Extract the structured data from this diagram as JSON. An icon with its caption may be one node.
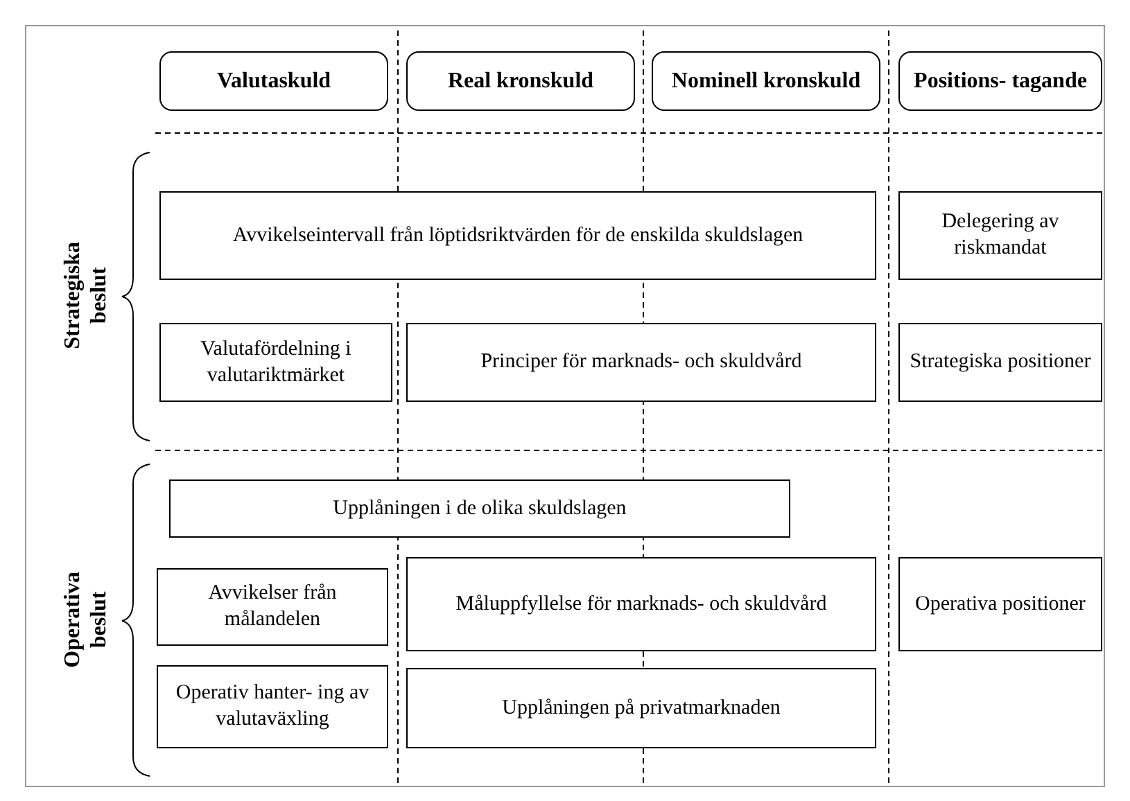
{
  "diagram": {
    "nodes": [
      {
        "text": [
          "Valutaskuld"
        ]
      },
      {
        "text": [
          "Real kronskuld"
        ]
      },
      {
        "text": [
          "Nominell kronskuld"
        ]
      },
      {
        "text": [
          "Positions- tagande"
        ]
      },
      {
        "text": [
          "Avvikelseintervall från löptidsriktvärden för de enskilda skuldslagen"
        ]
      },
      {
        "text": [
          "Delegering av riskmandat"
        ]
      },
      {
        "text": [
          "Valutafördelning i valutariktmärket"
        ]
      },
      {
        "text": [
          "Principer för marknads- och skuldvård"
        ]
      },
      {
        "text": [
          "Strategiska positioner"
        ]
      },
      {
        "text": [
          "Upplåningen i de olika skuldslagen"
        ]
      },
      {
        "text": [
          "Avvikelser från målandelen"
        ]
      },
      {
        "text": [
          "Måluppfyllelse för marknads- och skuldvård"
        ]
      },
      {
        "text": [
          "Operativa positioner"
        ]
      },
      {
        "text": [
          "Operativ hanter- ing av valutaväxling"
        ]
      },
      {
        "text": [
          "Upplåningen på privatmarknaden"
        ]
      }
    ],
    "labels": [
      "Strategiska beslut",
      "Operativa beslut"
    ]
  }
}
